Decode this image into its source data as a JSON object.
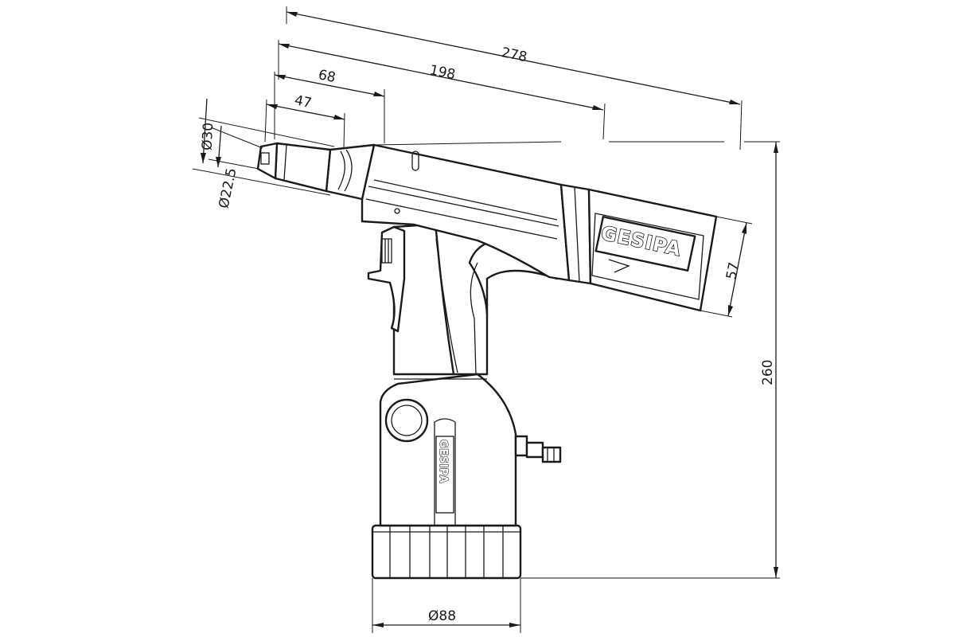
{
  "drawing": {
    "brand_logo": "GESIPA",
    "dimensions": {
      "overall_length": "278",
      "body_length": "198",
      "nose_length": "68",
      "nosepiece_length": "47",
      "diameter_large": "Ø30",
      "diameter_small": "Ø22.5",
      "head_height": "57",
      "total_height": "260",
      "base_diameter": "Ø88"
    }
  }
}
